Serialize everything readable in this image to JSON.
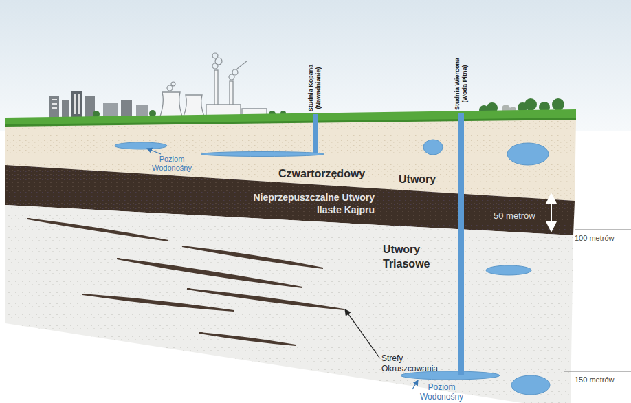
{
  "diagram": {
    "labels": [
      "Studnia Kopana (Nawadnianie)",
      "Studnia Wiercona (Woda Pitna)",
      "Poziom Wodonośny",
      "Czwartorzędowy",
      "Utwory",
      "Nieprzepuszczalne Utwory Ilaste Kajpru",
      "50 metrów",
      "100 metrów",
      "Utwory Triasowe",
      "Strefy Okruszcowania",
      "150 metrów",
      "Poziom Wodonośny"
    ]
  }
}
